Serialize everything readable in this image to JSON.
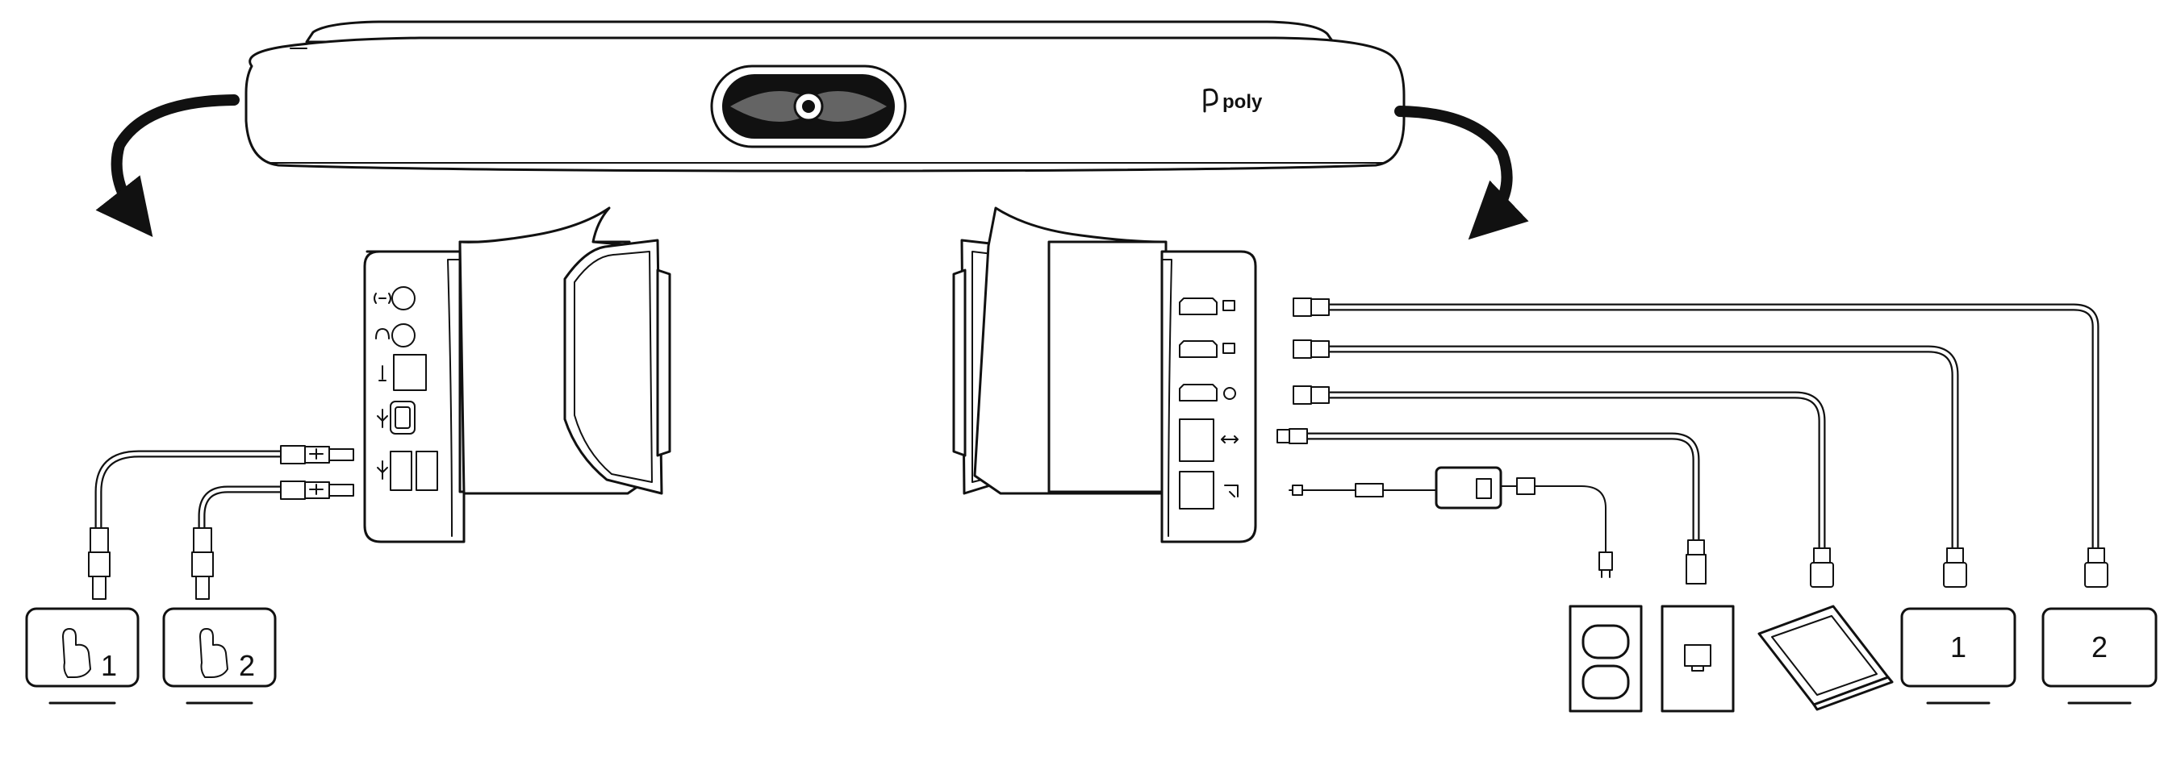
{
  "brand": {
    "logo_text": "poly"
  },
  "touch_controllers": [
    {
      "number": "1"
    },
    {
      "number": "2"
    }
  ],
  "displays": [
    {
      "number": "1"
    },
    {
      "number": "2"
    }
  ],
  "icons": {
    "device_front": "poly-video-bar-icon",
    "rotate_left": "curved-arrow-left-icon",
    "rotate_right": "curved-arrow-right-icon",
    "port_mic": "microphone-icon",
    "port_headset": "headset-icon",
    "port_usb": "usb-icon",
    "port_hdmi_out": "display-icon",
    "port_hdmi_in": "hdmi-in-icon",
    "port_sync": "sync-icon",
    "port_lan": "network-icon",
    "power_outlet": "power-outlet-icon",
    "wall_jack": "ethernet-wall-jack-icon",
    "laptop": "laptop-icon",
    "touch": "hand-pointer-icon",
    "monitor": "monitor-icon"
  },
  "colors": {
    "line": "#111111",
    "background": "#ffffff"
  }
}
